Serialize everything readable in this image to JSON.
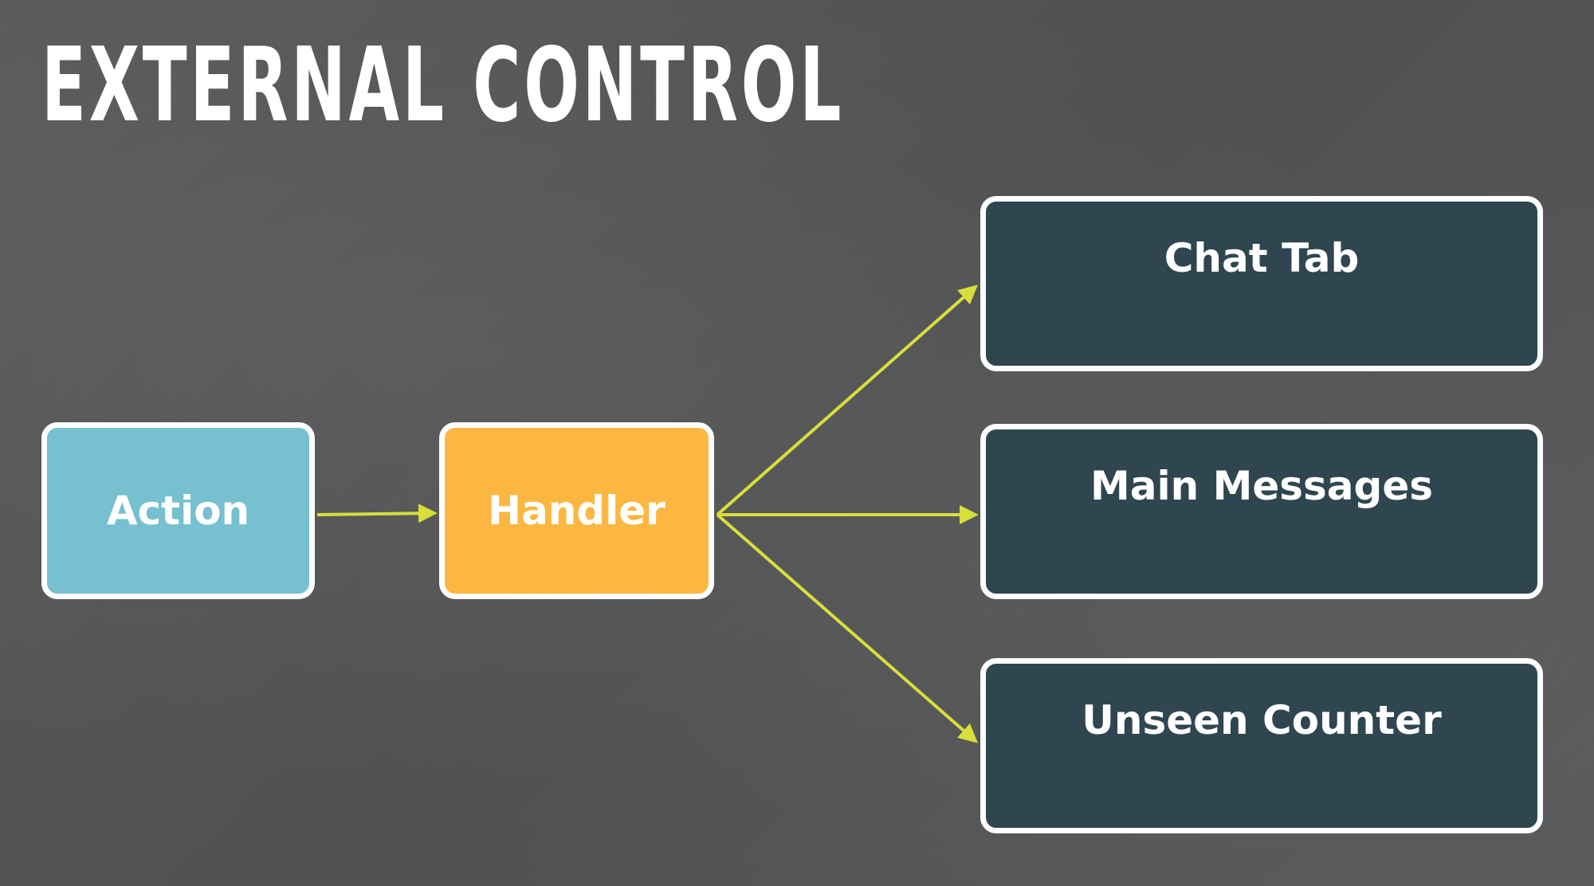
{
  "slide": {
    "title": "EXTERNAL CONTROL"
  },
  "diagram": {
    "source": {
      "label": "Action"
    },
    "handler": {
      "label": "Handler"
    },
    "targets": [
      {
        "label": "Chat Tab"
      },
      {
        "label": "Main Messages"
      },
      {
        "label": "Unseen Counter"
      }
    ],
    "colors": {
      "background": "#535455",
      "action_fill": "#76c0cf",
      "handler_fill": "#fcb741",
      "target_fill": "#2f4650",
      "box_border": "#ffffff",
      "arrow": "#d8df3a"
    }
  }
}
